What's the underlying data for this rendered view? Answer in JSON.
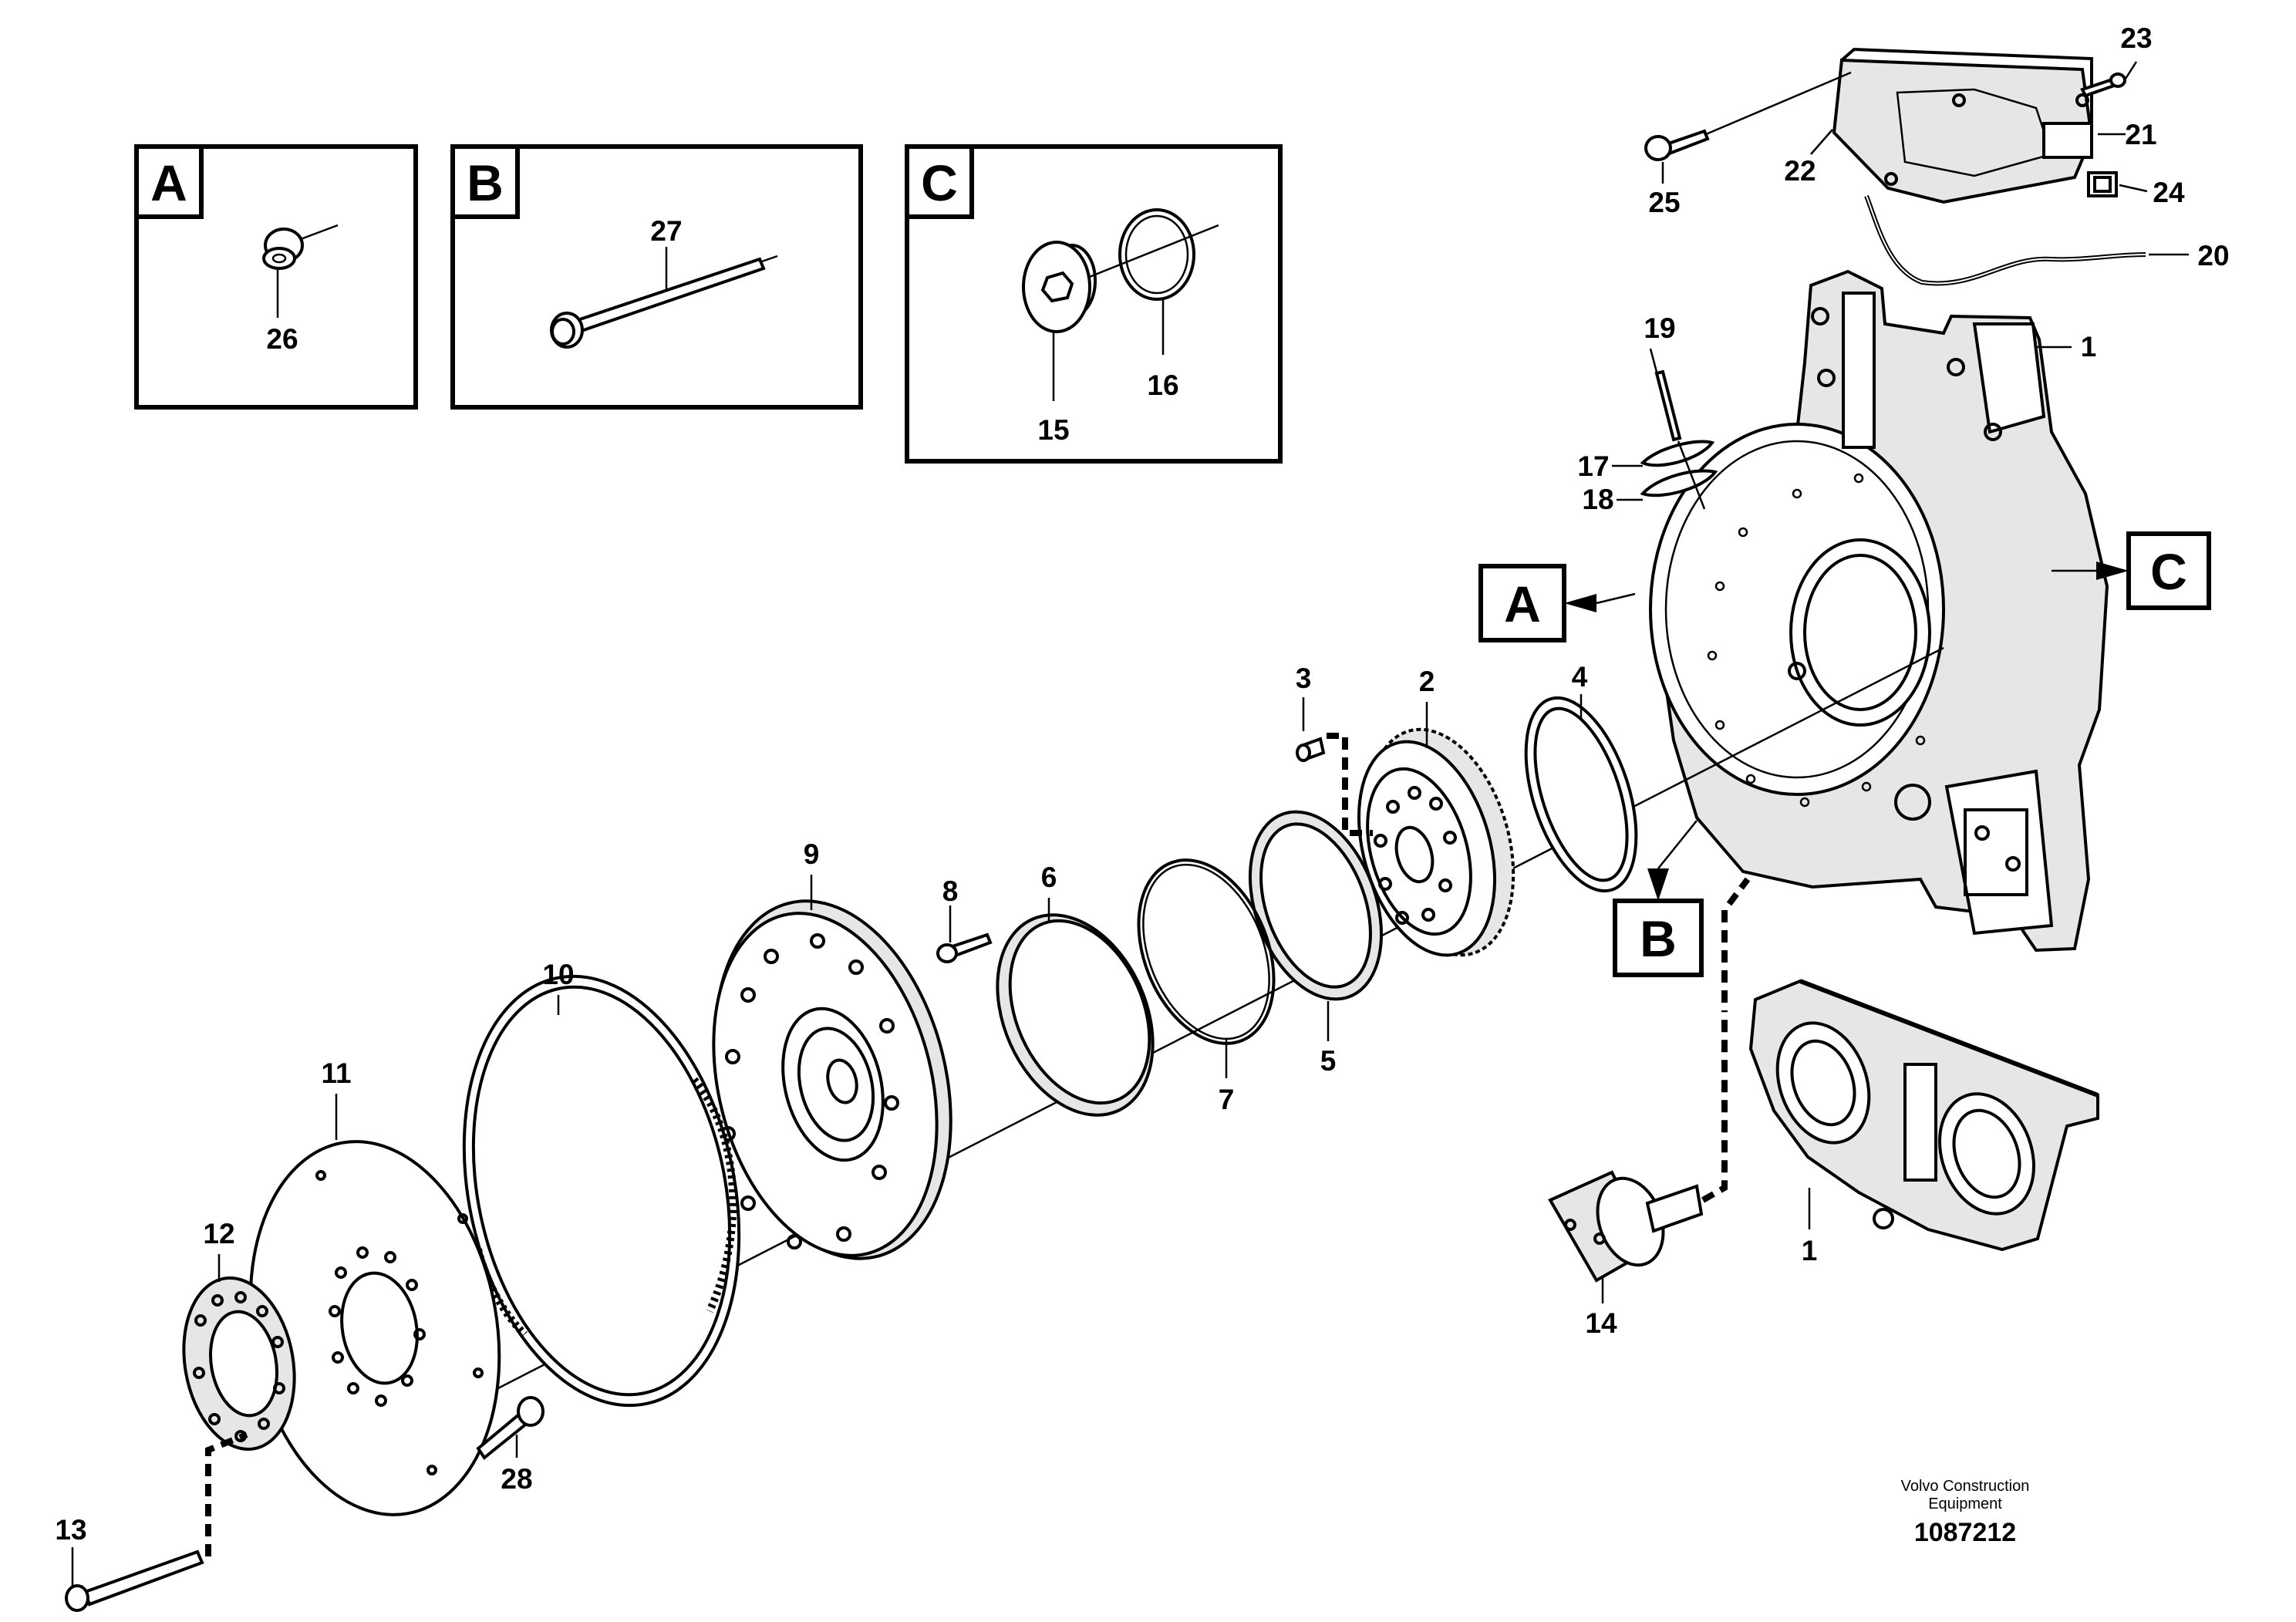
{
  "detail_boxes": [
    {
      "id": "A",
      "letter": "A",
      "parts": [
        "26"
      ]
    },
    {
      "id": "B",
      "letter": "B",
      "parts": [
        "27"
      ]
    },
    {
      "id": "C",
      "letter": "C",
      "parts": [
        "15",
        "16"
      ]
    }
  ],
  "callouts": {
    "A": "A",
    "B": "B",
    "C": "C"
  },
  "part_labels": {
    "p1a": "1",
    "p1b": "1",
    "p2": "2",
    "p3": "3",
    "p4": "4",
    "p5": "5",
    "p6": "6",
    "p7": "7",
    "p8": "8",
    "p9": "9",
    "p10": "10",
    "p11": "11",
    "p12": "12",
    "p13": "13",
    "p14": "14",
    "p15": "15",
    "p16": "16",
    "p17": "17",
    "p18": "18",
    "p19": "19",
    "p20": "20",
    "p21": "21",
    "p22": "22",
    "p23": "23",
    "p24": "24",
    "p25": "25",
    "p26": "26",
    "p27": "27",
    "p28": "28"
  },
  "footer": {
    "company_line1": "Volvo Construction",
    "company_line2": "Equipment",
    "drawing_number": "1087212"
  }
}
